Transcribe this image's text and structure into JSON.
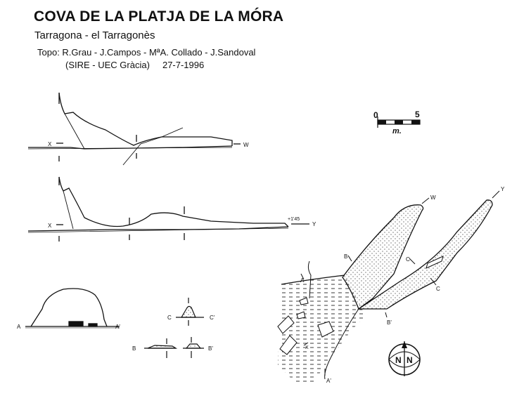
{
  "header": {
    "title": "COVA DE LA PLATJA DE LA MÓRA",
    "location": "Tarragona - el Tarragonès",
    "topo_line": "Topo: R.Grau - J.Campos - MªA. Collado - J.Sandoval",
    "credit_line": "(SIRE - UEC Gràcia)     27-7-1996"
  },
  "scale": {
    "min_label": "0",
    "max_label": "5",
    "unit": "m."
  },
  "profile_1": {
    "left_label": "X",
    "right_label": "W"
  },
  "profile_2": {
    "left_label": "X",
    "right_label": "Y",
    "elevation": "+1'45"
  },
  "section_a": {
    "left_label": "A",
    "right_label": "A'"
  },
  "section_b": {
    "left_label": "B",
    "right_label": "B'"
  },
  "section_c": {
    "left_label": "C",
    "right_label": "C'"
  },
  "plan": {
    "w": "W",
    "y": "Y",
    "b": "B",
    "c": "C",
    "c_prime": "C",
    "a": "A",
    "b_prime": "B'",
    "a_prime": "A'",
    "x": "X"
  },
  "north": {
    "label": "N"
  }
}
